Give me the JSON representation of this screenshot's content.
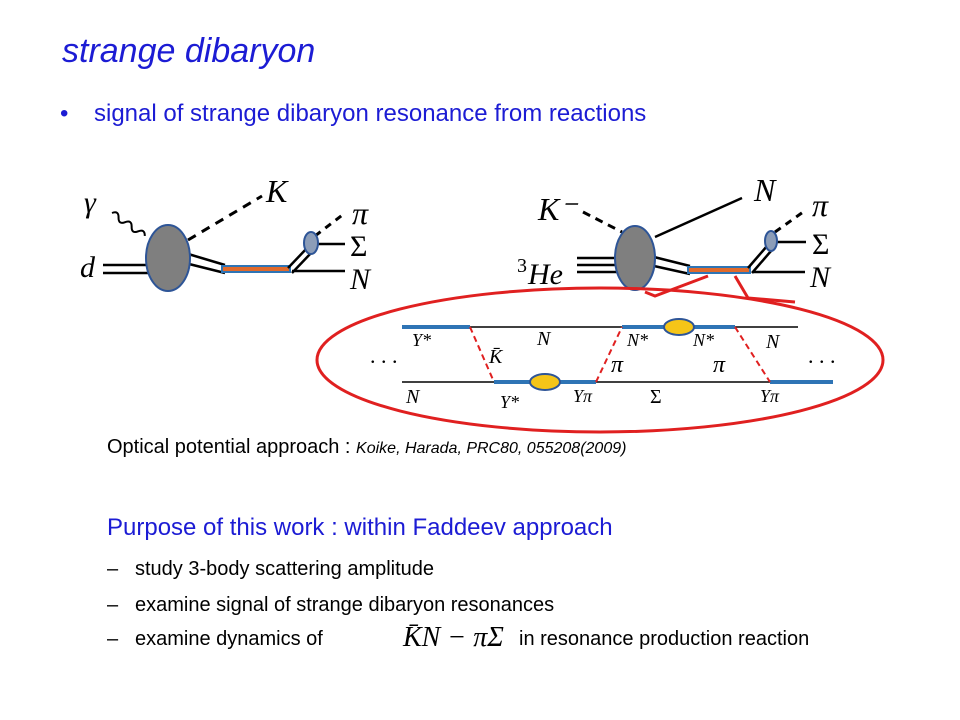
{
  "title": "strange dibaryon",
  "bullet": {
    "marker": "•",
    "text": "signal of  strange dibaryon resonance from  reactions"
  },
  "diagram_left": {
    "photon": "γ",
    "deuteron": "d",
    "kaon": "K",
    "pion": "π",
    "sigma": "Σ",
    "nucleon": "N"
  },
  "diagram_right": {
    "kaon_minus": "K⁻",
    "helium_mass": "3",
    "helium": "He",
    "nucleon_out": "N",
    "pion": "π",
    "sigma": "Σ",
    "nucleon": "N"
  },
  "zoom": {
    "dots_left": ". . .",
    "dots_right": ". . .",
    "y_star_top": "Y*",
    "n_top": "N",
    "kbar": "K̄",
    "n_star_1": "N*",
    "n_star_2": "N*",
    "n_right": "N",
    "pi_1": "π",
    "pi_2": "π",
    "n_bottom": "N",
    "y_star_bottom": "Y*",
    "y_pi_1": "Yπ",
    "sigma": "Σ",
    "y_pi_2": "Yπ"
  },
  "optical": {
    "label": "Optical potential approach : ",
    "ref": "Koike, Harada, PRC80, 055208(2009)"
  },
  "purpose": "Purpose of this work  :  within Faddeev approach",
  "items": [
    {
      "dash": "–",
      "text": "study 3-body scattering amplitude"
    },
    {
      "dash": "–",
      "text": "examine signal of strange dibaryon resonances"
    },
    {
      "dash": "–",
      "text_before": "examine dynamics of",
      "formula": "K̄N − πΣ",
      "text_after": " in resonance production reaction"
    }
  ],
  "colors": {
    "title": "#1c1cd4",
    "blob": "#7f7f7f",
    "blob_small": "#8c9db8",
    "propagator_fill": "#e06a2c",
    "propagator_border": "#2e74b5",
    "ellipse": "#e02020",
    "yellow": "#f5c518"
  }
}
